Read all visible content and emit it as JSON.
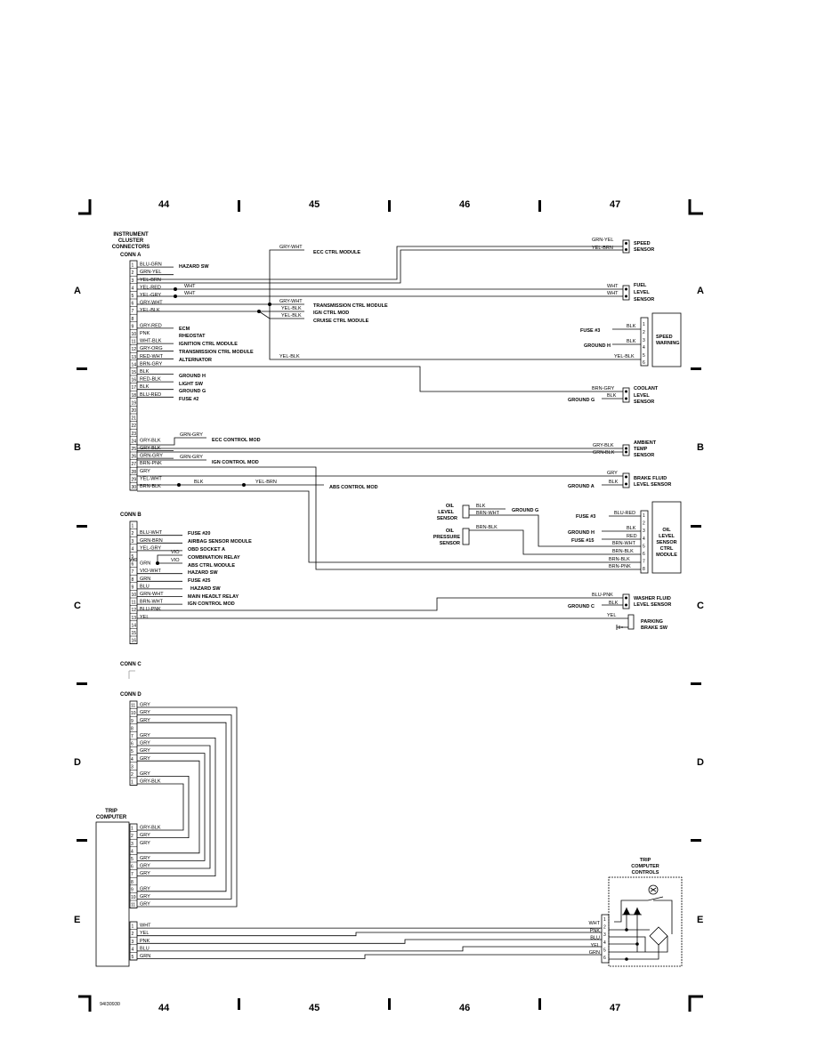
{
  "frame": {
    "columns": [
      "44",
      "45",
      "46",
      "47"
    ],
    "rows": [
      "A",
      "B",
      "C",
      "D",
      "E"
    ],
    "figure_id": "94I30930"
  },
  "cluster": {
    "title": [
      "INSTRUMENT",
      "CLUSTER",
      "CONNECTORS"
    ],
    "conn_a": "CONN A",
    "conn_b": "CONN B",
    "conn_c": "CONN C",
    "conn_d": "CONN D"
  },
  "conn_a_wires": [
    "BLU-GRN",
    "GRN-YEL",
    "YEL-BRN",
    "YEL-RED",
    "YEL-GRY",
    "GRY-WHT",
    "YEL-BLK",
    "",
    "GRY-RED",
    "PNK",
    "WHT-BLK",
    "GRY-ORG",
    "RED-WHT",
    "BRN-GRY",
    "BLK",
    "RED-BLK",
    "BLK",
    "BLU-RED",
    "",
    "",
    "",
    "",
    "",
    "GRY-BLK",
    "GRY-BLK",
    "GRN-GRY",
    "BRN-PNK",
    "GRY",
    "YEL-WHT",
    "BRN-BLK"
  ],
  "conn_a_targets": {
    "hazard": "HAZARD SW",
    "ecm": "ECM",
    "rheostat": "RHEOSTAT",
    "ign_ctrl": "IGNITION CTRL MODULE",
    "trans_ctrl": "TRANSMISSION CTRL MODULE",
    "alternator": "ALTERNATOR",
    "ground_h": "GROUND H",
    "light_sw": "LIGHT SW",
    "ground_g": "GROUND G",
    "fuse2": "FUSE #2"
  },
  "top_section": {
    "gry_wht_1": "GRY-WHT",
    "ecc_ctrl": "ECC CTRL MODULE",
    "wht": "WHT",
    "gry_wht_2": "GRY-WHT",
    "yel_blk_1": "YEL-BLK",
    "yel_blk_2": "YEL-BLK",
    "trans_ctrl": "TRANSMISSION CTRL MODULE",
    "ign_ctrl_mod": "IGN CTRL MOD",
    "cruise": "CRUISE CTRL MODULE",
    "yel_blk_long": "YEL-BLK"
  },
  "speed_sensor": {
    "w1": "GRN-YEL",
    "w2": "YEL-BRN",
    "label": [
      "SPEED",
      "SENSOR"
    ]
  },
  "fuel_sensor": {
    "w1": "WHT",
    "w2": "WHT",
    "label": [
      "FUEL",
      "LEVEL",
      "SENSOR"
    ]
  },
  "speed_warning": {
    "fuse": "FUSE #3",
    "ground": "GROUND H",
    "blk1": "BLK",
    "blk2": "BLK",
    "yel_blk": "YEL-BLK",
    "label": [
      "SPEED",
      "WARNING"
    ],
    "pins": [
      "1",
      "2",
      "3",
      "4",
      "5",
      "6"
    ]
  },
  "coolant": {
    "w1": "BRN-GRY",
    "blk": "BLK",
    "ground": "GROUND G",
    "label": [
      "COOLANT",
      "LEVEL",
      "SENSOR"
    ]
  },
  "b_section": {
    "grn_gry_1": "GRN-GRY",
    "ecc_control": "ECC CONTROL MOD",
    "grn_gry_2": "GRN-GRY",
    "ign_control": "IGN CONTROL MOD",
    "blk": "BLK",
    "yel_brn": "YEL-BRN",
    "abs": "ABS CONTROL MOD"
  },
  "ambient": {
    "w1": "GRY-BLK",
    "w2": "GRN-BLK",
    "label": [
      "AMBIENT",
      "TEMP",
      "SENSOR"
    ]
  },
  "brake_fluid": {
    "gry": "GRY",
    "blk": "BLK",
    "ground": "GROUND A",
    "label": [
      "BRAKE FLUID",
      "LEVEL SENSOR"
    ]
  },
  "oil_module": {
    "oil_level": [
      "OIL",
      "LEVEL",
      "SENSOR"
    ],
    "blk": "BLK",
    "ground_g": "GROUND G",
    "brn_wht": "BRN-WHT",
    "oil_pressure": [
      "OIL",
      "PRESSURE",
      "SENSOR"
    ],
    "brn_blk": "BRN-BLK",
    "fuse3": "FUSE #3",
    "blu_red": "BLU-RED",
    "ground_h": "GROUND H",
    "blk2": "BLK",
    "fuse15": "FUSE #15",
    "red": "RED",
    "brn_wht2": "BRN-WHT",
    "brn_blk2": "BRN-BLK",
    "brn_blk3": "BRN-BLK",
    "brn_pnk": "BRN-PNK",
    "label": [
      "OIL",
      "LEVEL",
      "SENSOR",
      "CTRL",
      "MODULE"
    ],
    "pins": [
      "1",
      "2",
      "3",
      "4",
      "5",
      "6",
      "7",
      "8"
    ]
  },
  "conn_b_wires": [
    "",
    "BLU-WHT",
    "GRN-BRN",
    "YEL-GRY",
    "",
    "GRN",
    "VIO-WHT",
    "GRN",
    "BLU",
    "GRN-WHT",
    "BRN-WHT",
    "BLU-PNK",
    "YEL",
    "",
    "",
    ""
  ],
  "conn_b_targets": {
    "fuse20": "FUSE #20",
    "airbag": "AIRBAG SENSOR MODULE",
    "obd": "OBD SOCKET A",
    "combo": "COMBINATION RELAY",
    "abs": "ABS CTRL MODULE",
    "hazard": "HAZARD SW",
    "fuse25": "FUSE #25",
    "hazard2": "HAZARD SW",
    "headlt": "MAIN HEADLT RELAY",
    "ign": "IGN CONTROL MOD",
    "vio1": "VIO",
    "vio2": "VIO",
    "vio3": "VIO"
  },
  "washer": {
    "w1": "BLU-PNK",
    "blk": "BLK",
    "ground": "GROUND C",
    "label": [
      "WASHER FLUID",
      "LEVEL SENSOR"
    ]
  },
  "parking": {
    "w1": "YEL",
    "label": [
      "PARKING",
      "BRAKE SW"
    ]
  },
  "conn_d": {
    "pins_top": [
      "11",
      "10",
      "9",
      "8",
      "7",
      "6",
      "5",
      "4",
      "3",
      "2",
      "1"
    ],
    "wires_top": [
      "GRY",
      "GRY",
      "GRY",
      "",
      "GRY",
      "GRY",
      "GRY",
      "GRY",
      "",
      "GRY",
      "GRY-BLK"
    ]
  },
  "trip_computer": {
    "title": [
      "TRIP",
      "COMPUTER"
    ],
    "pins": [
      "1",
      "2",
      "3",
      "4",
      "5",
      "6",
      "7",
      "8",
      "9",
      "10",
      "11"
    ],
    "wires": [
      "GRY-BLK",
      "GRY",
      "GRY",
      "",
      "GRY",
      "GRY",
      "GRY",
      "",
      "GRY",
      "GRY",
      "GRY"
    ],
    "pins2": [
      "1",
      "2",
      "3",
      "4",
      "5"
    ],
    "wires2": [
      "WHT",
      "YEL",
      "PNK",
      "BLU",
      "GRN"
    ]
  },
  "trip_controls": {
    "title": [
      "TRIP",
      "COMPUTER",
      "CONTROLS"
    ],
    "wires": [
      "WHT",
      "PNK",
      "BLU",
      "YEL",
      "GRN"
    ],
    "pins": [
      "1",
      "2",
      "3",
      "4",
      "5",
      "6"
    ]
  }
}
